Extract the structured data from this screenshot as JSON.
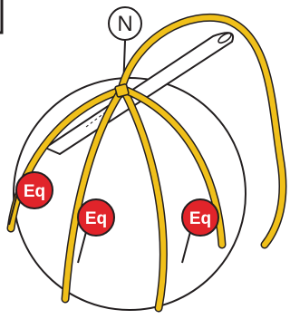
{
  "north_marker": {
    "label": "N"
  },
  "equator_pins": [
    {
      "label": "Eq"
    },
    {
      "label": "Eq"
    },
    {
      "label": "Eq"
    }
  ],
  "colors": {
    "yarn": "#f0c01a",
    "yarn_outline": "#231f20",
    "pin_head": "#e1242a",
    "pin_text": "#ffffff",
    "sphere_fill": "#ffffff",
    "needle_fill": "#ffffff"
  },
  "icons": {
    "needle": "needle-icon",
    "pin": "pin-icon"
  }
}
